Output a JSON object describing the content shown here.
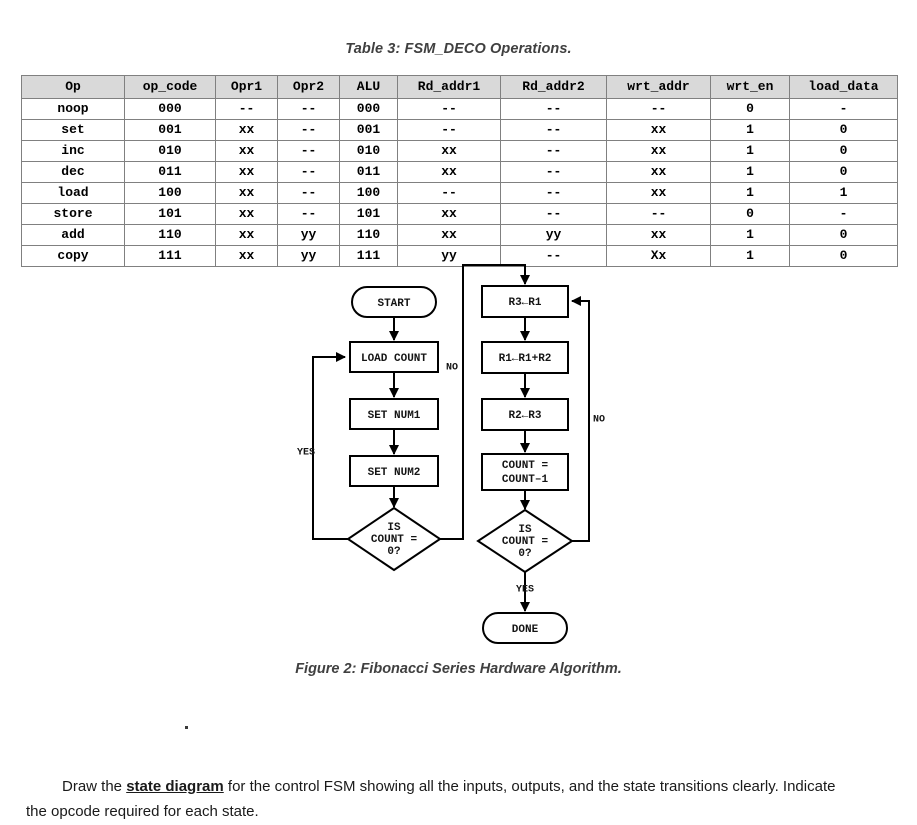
{
  "table": {
    "caption": "Table 3: FSM_DECO Operations.",
    "headers": [
      "Op",
      "op_code",
      "Opr1",
      "Opr2",
      "ALU",
      "Rd_addr1",
      "Rd_addr2",
      "wrt_addr",
      "wrt_en",
      "load_data"
    ],
    "rows": [
      [
        "noop",
        "000",
        "--",
        "--",
        "000",
        "--",
        "--",
        "--",
        "0",
        "-"
      ],
      [
        "set",
        "001",
        "xx",
        "--",
        "001",
        "--",
        "--",
        "xx",
        "1",
        "0"
      ],
      [
        "inc",
        "010",
        "xx",
        "--",
        "010",
        "xx",
        "--",
        "xx",
        "1",
        "0"
      ],
      [
        "dec",
        "011",
        "xx",
        "--",
        "011",
        "xx",
        "--",
        "xx",
        "1",
        "0"
      ],
      [
        "load",
        "100",
        "xx",
        "--",
        "100",
        "--",
        "--",
        "xx",
        "1",
        "1"
      ],
      [
        "store",
        "101",
        "xx",
        "--",
        "101",
        "xx",
        "--",
        "--",
        "0",
        "-"
      ],
      [
        "add",
        "110",
        "xx",
        "yy",
        "110",
        "xx",
        "yy",
        "xx",
        "1",
        "0"
      ],
      [
        "copy",
        "111",
        "xx",
        "yy",
        "111",
        "yy",
        "--",
        "Xx",
        "1",
        "0"
      ]
    ]
  },
  "flowchart": {
    "caption": "Figure 2: Fibonacci Series Hardware Algorithm.",
    "nodes": {
      "start": "START",
      "load_count": "LOAD COUNT",
      "set_num1": "SET NUM1",
      "set_num2": "SET NUM2",
      "decision_left_l1": "IS",
      "decision_left_l2": "COUNT =",
      "decision_left_l3": "0?",
      "r3_r1": "R3←R1",
      "r1_r1r2": "R1←R1+R2",
      "r2_r3": "R2←R3",
      "count_l1": "COUNT =",
      "count_l2": "COUNT–1",
      "decision_right_l1": "IS",
      "decision_right_l2": "COUNT =",
      "decision_right_l3": "0?",
      "done": "DONE"
    },
    "edge_labels": {
      "left_yes": "YES",
      "left_no": "NO",
      "right_no": "NO",
      "right_yes": "YES"
    }
  },
  "question": {
    "part1": "Draw the ",
    "emphasis": "state diagram",
    "part2": " for the control FSM showing all the inputs, outputs, and the state transitions clearly. Indicate the opcode required for each state."
  },
  "colors": {
    "header_bg": "#d9d9d9",
    "border": "#808080",
    "caption_text": "#404040",
    "body_text": "#1a1a1a",
    "shape_stroke": "#000000"
  }
}
